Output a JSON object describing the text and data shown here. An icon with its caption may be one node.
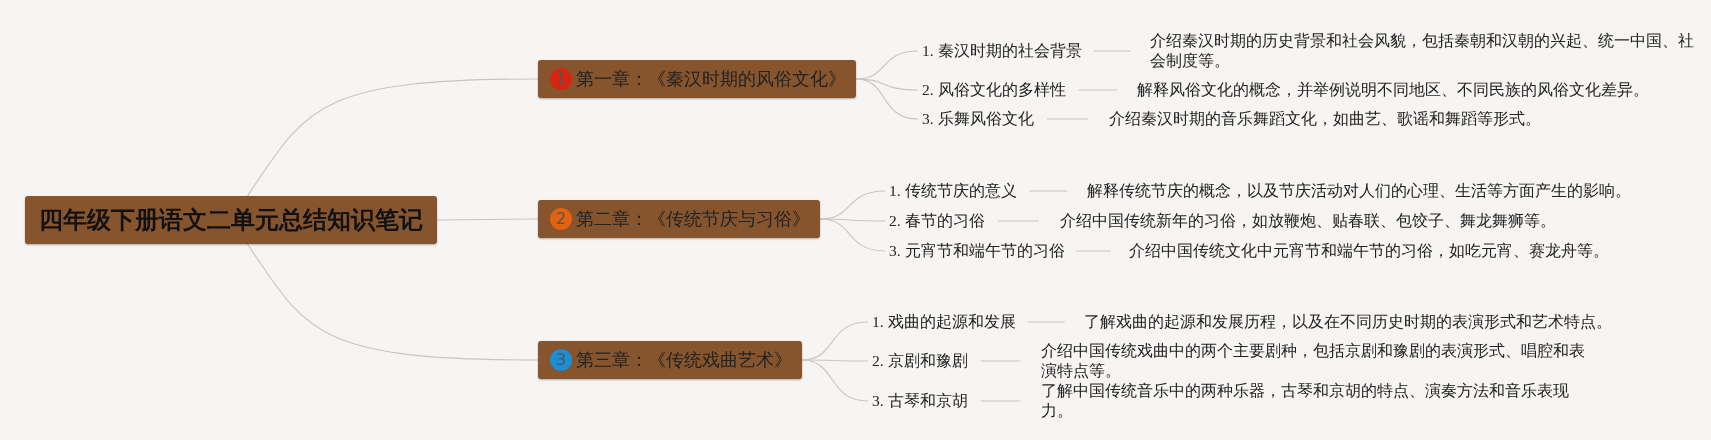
{
  "diagram": {
    "nodes": [
      {
        "text": [
          "四年级下册语文二单元总结知识笔记"
        ]
      },
      {
        "text": [
          "1",
          "第一章：《秦汉时期的风俗文化》"
        ]
      },
      {
        "text": [
          "1. 秦汉时期的社会背景"
        ]
      },
      {
        "text": [
          "介绍秦汉时期的历史背景和社会风貌，包括秦朝和汉朝的兴起、统一中国、社会制度等。"
        ]
      },
      {
        "text": [
          "2. 风俗文化的多样性"
        ]
      },
      {
        "text": [
          "解释风俗文化的概念，并举例说明不同地区、不同民族的风俗文化差异。"
        ]
      },
      {
        "text": [
          "3. 乐舞风俗文化"
        ]
      },
      {
        "text": [
          "介绍秦汉时期的音乐舞蹈文化，如曲艺、歌谣和舞蹈等形式。"
        ]
      },
      {
        "text": [
          "2",
          "第二章：《传统节庆与习俗》"
        ]
      },
      {
        "text": [
          "1. 传统节庆的意义"
        ]
      },
      {
        "text": [
          "解释传统节庆的概念，以及节庆活动对人们的心理、生活等方面产生的影响。"
        ]
      },
      {
        "text": [
          "2. 春节的习俗"
        ]
      },
      {
        "text": [
          "介绍中国传统新年的习俗，如放鞭炮、贴春联、包饺子、舞龙舞狮等。"
        ]
      },
      {
        "text": [
          "3. 元宵节和端午节的习俗"
        ]
      },
      {
        "text": [
          "介绍中国传统文化中元宵节和端午节的习俗，如吃元宵、赛龙舟等。"
        ]
      },
      {
        "text": [
          "3",
          "第三章：《传统戏曲艺术》"
        ]
      },
      {
        "text": [
          "1. 戏曲的起源和发展"
        ]
      },
      {
        "text": [
          "了解戏曲的起源和发展历程，以及在不同历史时期的表演形式和艺术特点。"
        ]
      },
      {
        "text": [
          "2. 京剧和豫剧"
        ]
      },
      {
        "text": [
          "介绍中国传统戏曲中的两个主要剧种，包括京剧和豫剧的表演形式、唱腔和表演特点等。"
        ]
      },
      {
        "text": [
          "3. 古琴和京胡"
        ]
      },
      {
        "text": [
          "了解中国传统音乐中的两种乐器，古琴和京胡的特点、演奏方法和音乐表现力。"
        ]
      }
    ],
    "edges": [
      {
        "from": 0,
        "to": 1,
        "arrow": "none"
      },
      {
        "from": 1,
        "to": 2,
        "arrow": "none"
      },
      {
        "from": 2,
        "to": 3,
        "arrow": "none"
      },
      {
        "from": 1,
        "to": 4,
        "arrow": "none"
      },
      {
        "from": 4,
        "to": 5,
        "arrow": "none"
      },
      {
        "from": 1,
        "to": 6,
        "arrow": "none"
      },
      {
        "from": 6,
        "to": 7,
        "arrow": "none"
      },
      {
        "from": 0,
        "to": 8,
        "arrow": "none"
      },
      {
        "from": 8,
        "to": 9,
        "arrow": "none"
      },
      {
        "from": 9,
        "to": 10,
        "arrow": "none"
      },
      {
        "from": 8,
        "to": 11,
        "arrow": "none"
      },
      {
        "from": 11,
        "to": 12,
        "arrow": "none"
      },
      {
        "from": 8,
        "to": 13,
        "arrow": "none"
      },
      {
        "from": 13,
        "to": 14,
        "arrow": "none"
      },
      {
        "from": 0,
        "to": 15,
        "arrow": "none"
      },
      {
        "from": 15,
        "to": 16,
        "arrow": "none"
      },
      {
        "from": 16,
        "to": 17,
        "arrow": "none"
      },
      {
        "from": 15,
        "to": 18,
        "arrow": "none"
      },
      {
        "from": 18,
        "to": 19,
        "arrow": "none"
      },
      {
        "from": 15,
        "to": 20,
        "arrow": "none"
      },
      {
        "from": 20,
        "to": 21,
        "arrow": "none"
      }
    ]
  }
}
